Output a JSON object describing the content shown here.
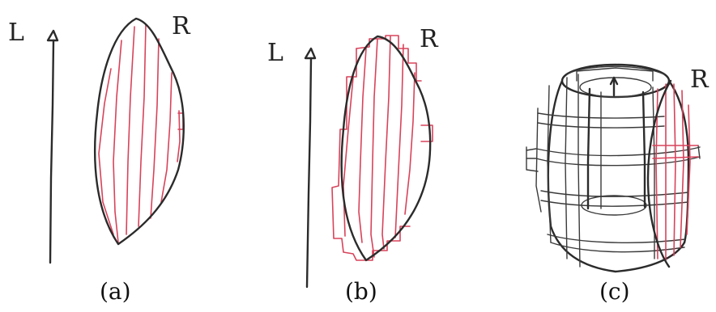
{
  "panels": [
    {
      "caption": "(a)",
      "axis_label": "L",
      "region_label": "R"
    },
    {
      "caption": "(b)",
      "axis_label": "L",
      "region_label": "R"
    },
    {
      "caption": "(c)",
      "region_label": "R"
    }
  ],
  "colors": {
    "ink": "#2b2b2b",
    "hatch": "#d8435b"
  }
}
